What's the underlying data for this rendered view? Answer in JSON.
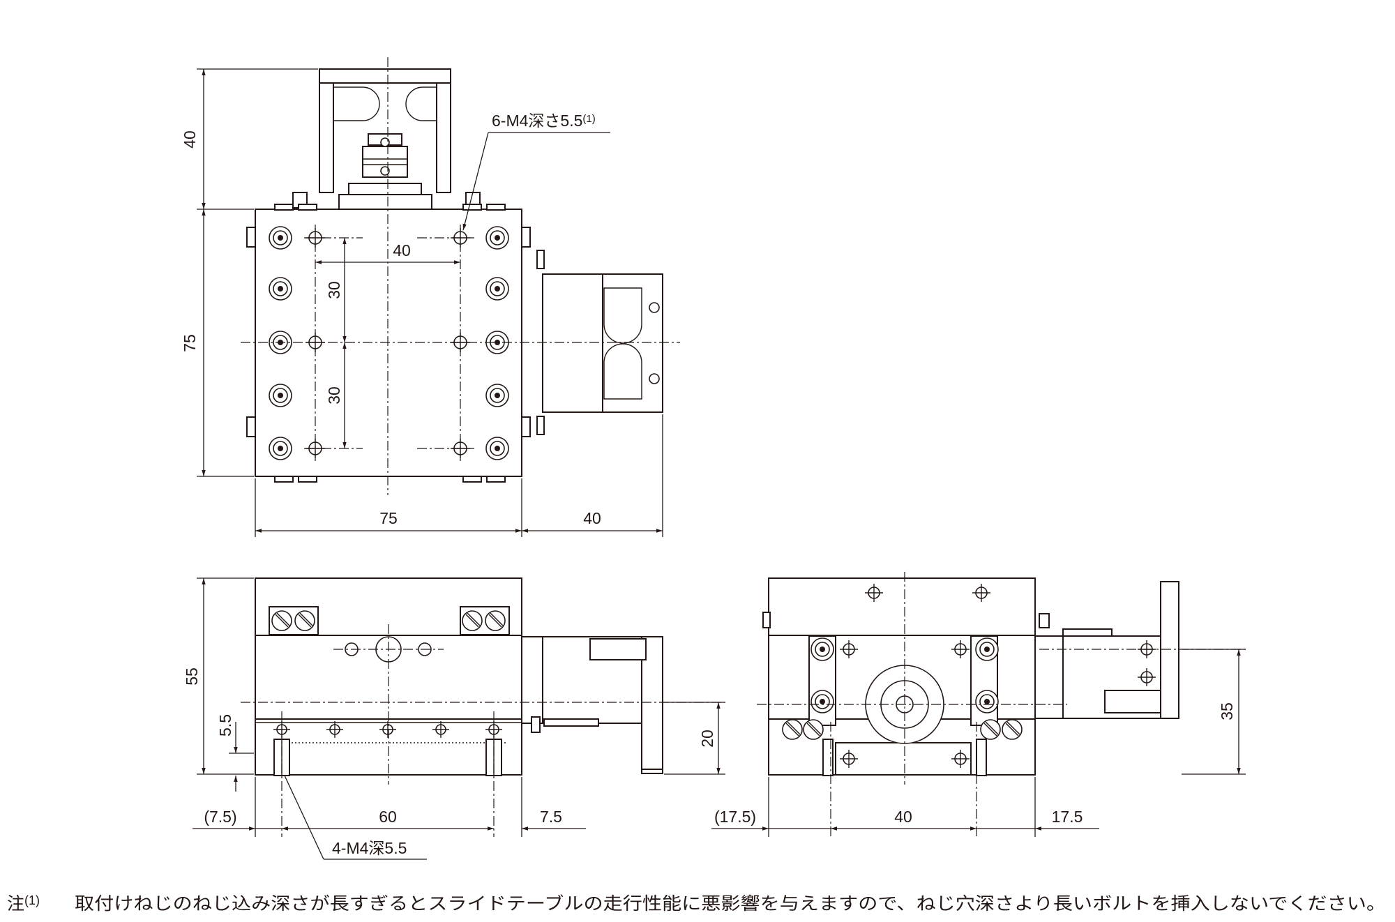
{
  "top_view": {
    "height_bracket": "40",
    "height_body": "75",
    "width_body": "75",
    "width_motor": "40",
    "hole_pitch_x": "40",
    "hole_pitch_y_upper": "30",
    "hole_pitch_y_lower": "30",
    "callout_thread": "6-M4深さ5.5",
    "callout_ref": "(1)"
  },
  "front_view": {
    "height_total": "55",
    "height_thread": "5.5",
    "height_motor_axis": "20",
    "offset_left": "(7.5)",
    "hole_pitch": "60",
    "offset_right": "7.5",
    "callout_thread": "4-M4深5.5"
  },
  "side_view": {
    "height_motor": "35",
    "offset_left": "(17.5)",
    "hole_pitch": "40",
    "offset_right": "17.5"
  },
  "footnote": {
    "label": "注",
    "ref": "(1)",
    "text": "取付けねじのねじ込み深さが長すぎるとスライドテーブルの走行性能に悪影響を与えますので、ねじ穴深さより長いボルトを挿入しないでください。"
  },
  "colors": {
    "line": "#231815",
    "background": "#ffffff"
  }
}
